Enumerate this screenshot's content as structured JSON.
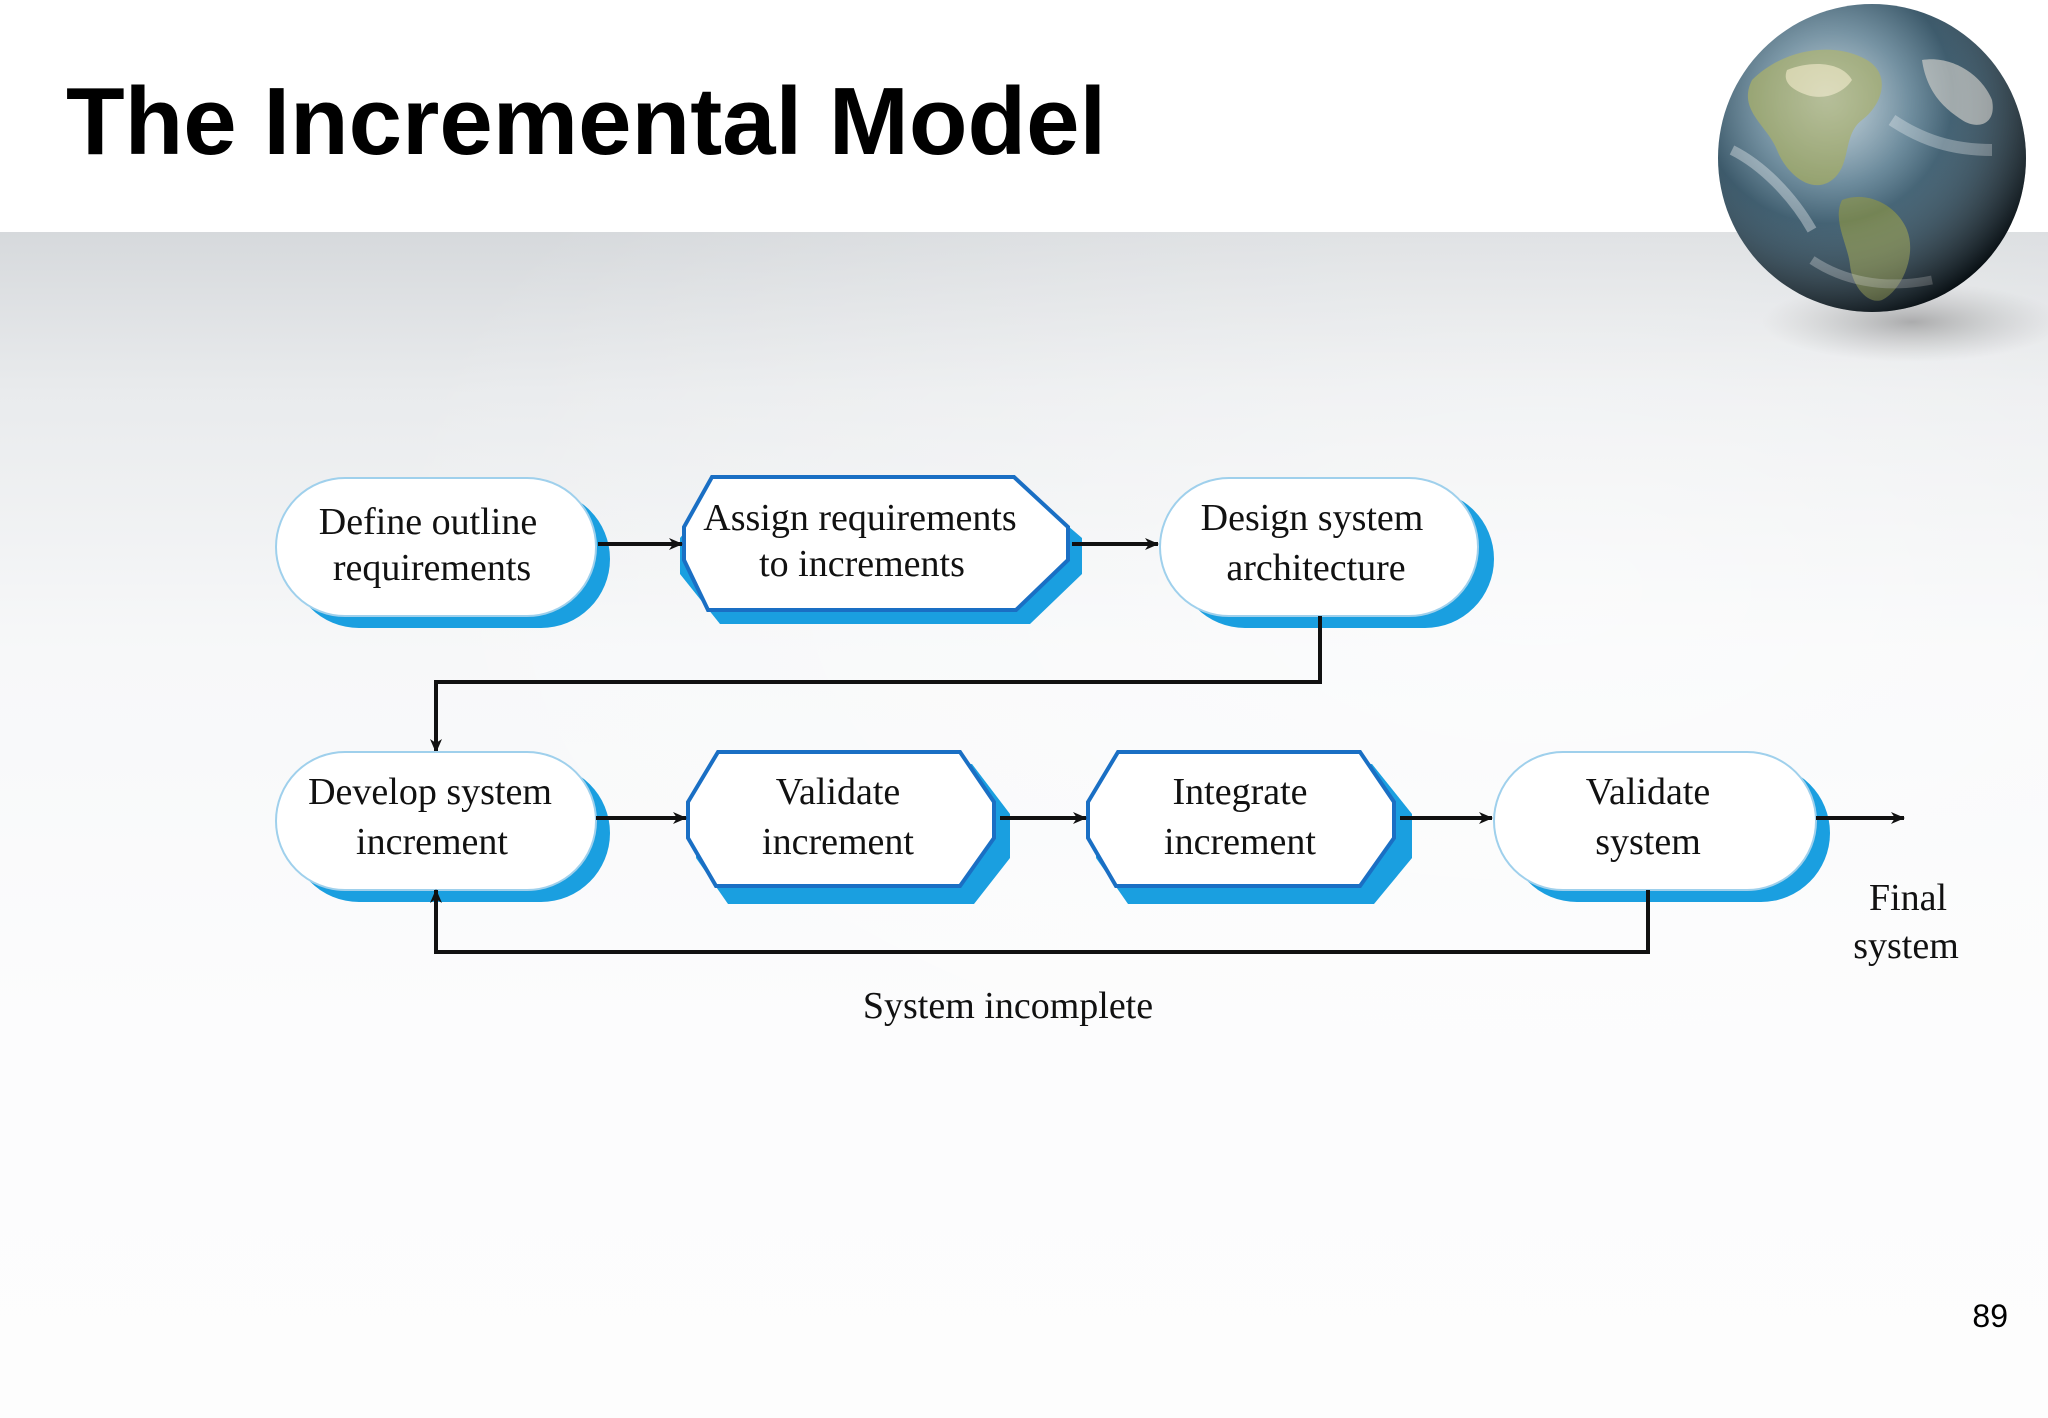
{
  "slide": {
    "title": "The Incremental Model",
    "page_number": "89"
  },
  "diagram": {
    "accent_color": "#1a9fe0",
    "outline_color": "#1a6fc4",
    "nodes": {
      "define_outline": {
        "line1": "Define outline",
        "line2": "requirements"
      },
      "assign_requirements": {
        "line1": "Assign requirements",
        "line2": "to increments"
      },
      "design_architecture": {
        "line1": "Design system",
        "line2": "architecture"
      },
      "develop_increment": {
        "line1": "Develop system",
        "line2": "increment"
      },
      "validate_increment": {
        "line1": "Validate",
        "line2": "increment"
      },
      "integrate_increment": {
        "line1": "Integrate",
        "line2": "increment"
      },
      "validate_system": {
        "line1": "Validate",
        "line2": "system"
      }
    },
    "final_output": {
      "line1": "Final",
      "line2": "system"
    },
    "loop_label": "System incomplete"
  },
  "logo": {
    "icon": "globe-icon"
  }
}
